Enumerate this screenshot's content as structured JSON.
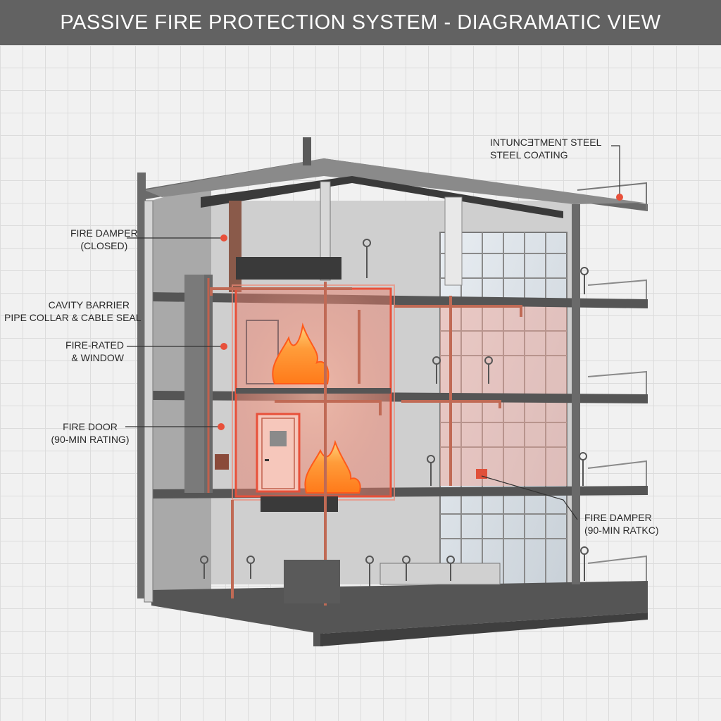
{
  "title": "PASSIVE FIRE PROTECTION SYSTEM - DIAGRAMATIC VIEW",
  "colors": {
    "accent": "#e8503a",
    "structure": "#5a5a5a",
    "glow": "#f07860",
    "title_bar": "#626262"
  },
  "labels": {
    "intumescent": {
      "line1": "INTUNCƎTMENT  STEEL",
      "line2": "STEEL COATING"
    },
    "fire_damper_top": {
      "line1": "FIRE DAMPER",
      "line2": "(CLOSED)"
    },
    "cavity_barrier": {
      "line1": "CAVITY BARRIER",
      "line2": "PIPE COLLAR & CABLE SEAL"
    },
    "fire_rated_window": {
      "line1": "FIRE-RATED",
      "line2": "& WINDOW"
    },
    "fire_door": {
      "line1": "FIRE DOOR",
      "line2": "(90-MIN RATING)"
    },
    "fire_damper_bottom": {
      "line1": "FIRE DAMPER",
      "line2": "(90-MIN RATKC)"
    }
  }
}
